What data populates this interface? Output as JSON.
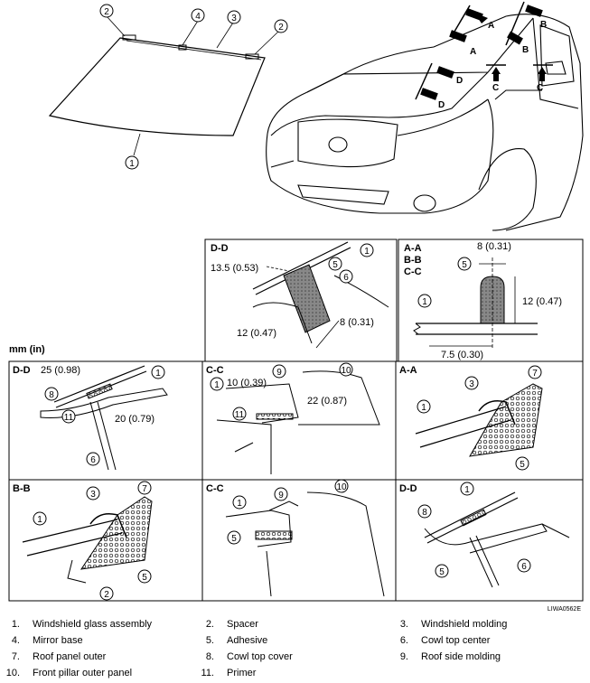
{
  "top_callouts": {
    "c1": "1",
    "c2a": "2",
    "c2b": "2",
    "c3": "3",
    "c4": "4"
  },
  "section_arrows": {
    "a1": "A",
    "a2": "A",
    "b1": "B",
    "b2": "B",
    "c1": "C",
    "c2": "C",
    "d1": "D",
    "d2": "D"
  },
  "detail_dd_top": {
    "title": "D-D",
    "dim1": "13.5 (0.53)",
    "dim2": "12 (0.47)",
    "dim3": "8 (0.31)",
    "callouts": [
      "1",
      "5",
      "6"
    ]
  },
  "detail_abc_top": {
    "titles": [
      "A-A",
      "B-B",
      "C-C"
    ],
    "dim_width": "8 (0.31)",
    "dim_height": "12 (0.47)",
    "dim_offset": "7.5 (0.30)",
    "callouts": [
      "5",
      "1"
    ]
  },
  "unit_label": "mm (in)",
  "panels": {
    "dd_left": {
      "title": "D-D",
      "dim1": "25 (0.98)",
      "dim2": "20 (0.79)",
      "callouts": [
        "1",
        "8",
        "11",
        "6"
      ]
    },
    "cc_mid": {
      "title": "C-C",
      "dim1": "10 (0.39)",
      "dim2": "22 (0.87)",
      "callouts": [
        "9",
        "10",
        "1",
        "11"
      ]
    },
    "aa_right": {
      "title": "A-A",
      "callouts": [
        "7",
        "3",
        "1",
        "5"
      ]
    },
    "bb_left": {
      "title": "B-B",
      "callouts": [
        "3",
        "7",
        "1",
        "5",
        "2"
      ]
    },
    "cc_mid2": {
      "title": "C-C",
      "callouts": [
        "1",
        "9",
        "10",
        "5"
      ]
    },
    "dd_right": {
      "title": "D-D",
      "callouts": [
        "1",
        "8",
        "5",
        "6"
      ]
    }
  },
  "figure_code": "LIWA0562E",
  "legend": [
    {
      "num": "1.",
      "text": "Windshield glass assembly"
    },
    {
      "num": "2.",
      "text": "Spacer"
    },
    {
      "num": "3.",
      "text": "Windshield molding"
    },
    {
      "num": "4.",
      "text": "Mirror base"
    },
    {
      "num": "5.",
      "text": "Adhesive"
    },
    {
      "num": "6.",
      "text": "Cowl top center"
    },
    {
      "num": "7.",
      "text": "Roof panel outer"
    },
    {
      "num": "8.",
      "text": "Cowl top cover"
    },
    {
      "num": "9.",
      "text": "Roof side molding"
    },
    {
      "num": "10.",
      "text": "Front pillar outer panel"
    },
    {
      "num": "11.",
      "text": "Primer"
    }
  ]
}
